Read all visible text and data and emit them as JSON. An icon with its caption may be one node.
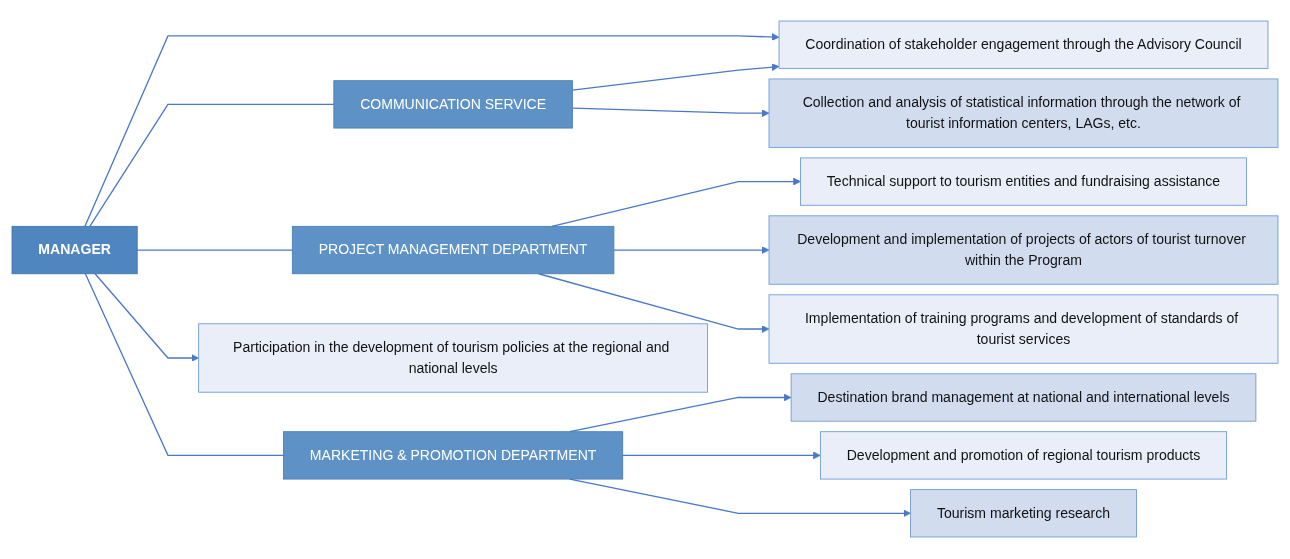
{
  "diagram": {
    "nodes": [
      {
        "text": [
          "MANAGER"
        ]
      },
      {
        "text": [
          "COMMUNICATION SERVICE"
        ]
      },
      {
        "text": [
          "PROJECT MANAGEMENT DEPARTMENT"
        ]
      },
      {
        "text": [
          "MARKETING & PROMOTION DEPARTMENT"
        ]
      },
      {
        "text": [
          "Coordination of stakeholder engagement through the Advisory Council"
        ]
      },
      {
        "text": [
          "Collection and analysis of statistical information through the network of tourist information centers, LAGs, etc."
        ]
      },
      {
        "text": [
          "Technical support to tourism entities and fundraising assistance"
        ]
      },
      {
        "text": [
          "Development and implementation of projects of actors of tourist turnover within the Program"
        ]
      },
      {
        "text": [
          "Implementation of training programs and development of standards of tourist services"
        ]
      },
      {
        "text": [
          "Destination brand management at national and international levels"
        ]
      },
      {
        "text": [
          "Development and promotion of regional tourism products"
        ]
      },
      {
        "text": [
          "Tourism marketing research"
        ]
      },
      {
        "text": [
          "Participation in the development of tourism policies at the regional and national levels"
        ]
      }
    ],
    "edges": [
      {
        "from": 0,
        "to": 4,
        "arrow": "to"
      },
      {
        "from": 0,
        "to": 1,
        "arrow": "none"
      },
      {
        "from": 0,
        "to": 2,
        "arrow": "none"
      },
      {
        "from": 0,
        "to": 3,
        "arrow": "none"
      },
      {
        "from": 1,
        "to": 4,
        "arrow": "to"
      },
      {
        "from": 1,
        "to": 5,
        "arrow": "to"
      },
      {
        "from": 2,
        "to": 6,
        "arrow": "to"
      },
      {
        "from": 2,
        "to": 7,
        "arrow": "to"
      },
      {
        "from": 2,
        "to": 8,
        "arrow": "to"
      },
      {
        "from": 3,
        "to": 9,
        "arrow": "to"
      },
      {
        "from": 3,
        "to": 10,
        "arrow": "to"
      },
      {
        "from": 3,
        "to": 11,
        "arrow": "to"
      },
      {
        "from": 0,
        "to": 12,
        "arrow": "to"
      }
    ]
  }
}
